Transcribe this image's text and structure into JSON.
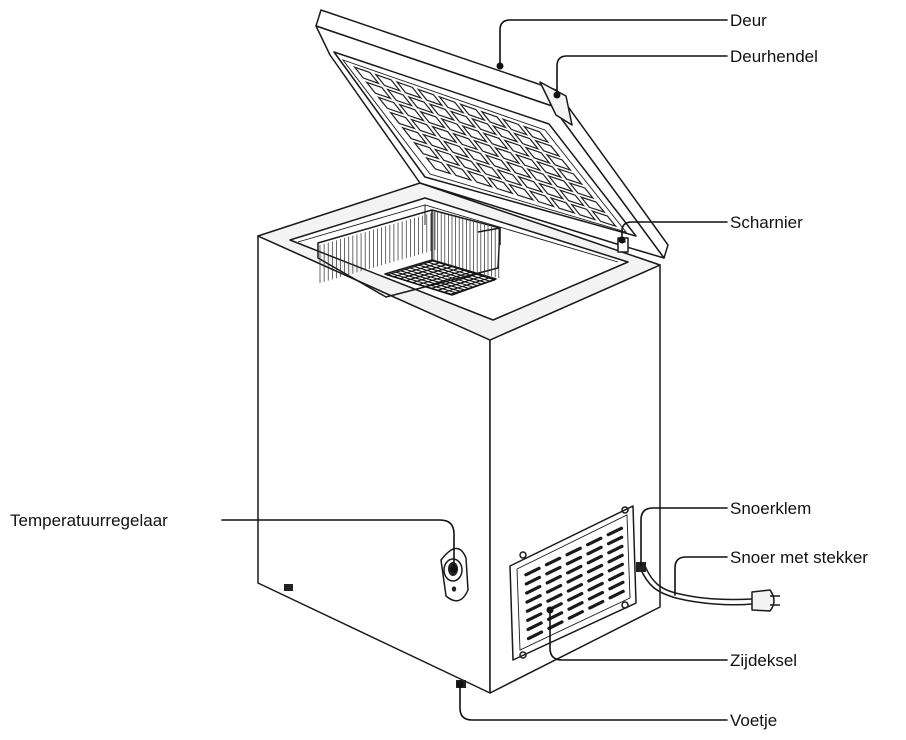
{
  "labels": {
    "door": "Deur",
    "door_handle": "Deurhendel",
    "hinge": "Scharnier",
    "temperature_control": "Temperatuurregelaar",
    "cord_clamp": "Snoerklem",
    "cord_with_plug": "Snoer met stekker",
    "side_cover": "Zijdeksel",
    "foot": "Voetje"
  }
}
